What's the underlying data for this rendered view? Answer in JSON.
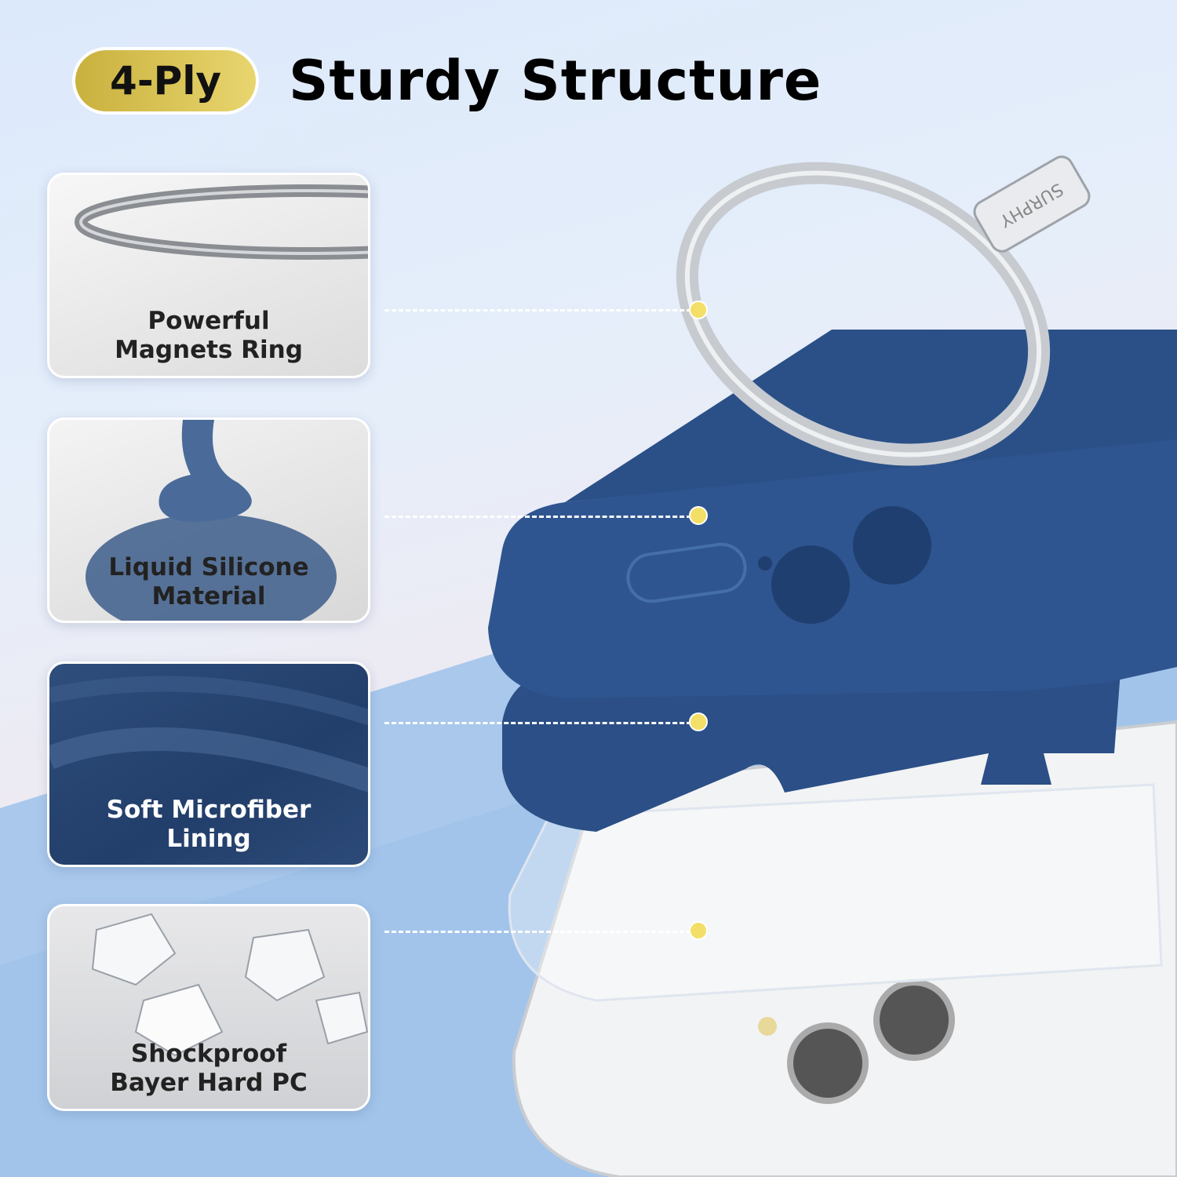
{
  "header": {
    "badge": "4-Ply",
    "title": "Sturdy Structure"
  },
  "layers": [
    {
      "line1": "Powerful",
      "line2": "Magnets Ring",
      "icon": "magnet-ring-icon"
    },
    {
      "line1": "Liquid Silicone",
      "line2": "Material",
      "icon": "silicone-icon"
    },
    {
      "line1": "Soft Microfiber",
      "line2": "Lining",
      "icon": "microfiber-icon"
    },
    {
      "line1": "Shockproof",
      "line2": "Bayer Hard PC",
      "icon": "crystal-icon"
    }
  ],
  "ring_tab_brand": "SURPHY",
  "colors": {
    "accent": "#f3df67",
    "case_blue": "#2f5590",
    "badge_gold": "#d9c350"
  }
}
